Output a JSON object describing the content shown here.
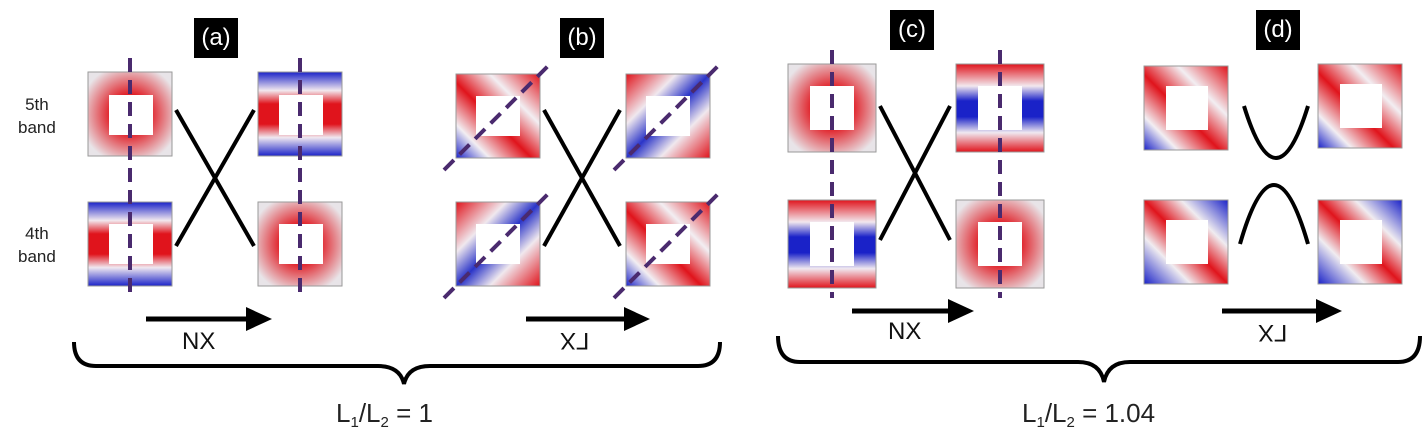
{
  "panels": [
    {
      "label": "(a)",
      "direction": "NX",
      "flipped": false
    },
    {
      "label": "(b)",
      "direction": "ΓX",
      "flipped": true
    },
    {
      "label": "(c)",
      "direction": "NX",
      "flipped": false
    },
    {
      "label": "(d)",
      "direction": "ΓX",
      "flipped": true
    }
  ],
  "bands": {
    "upper": [
      "5th",
      "band"
    ],
    "lower": [
      "4th",
      "band"
    ]
  },
  "ratios": [
    {
      "prefix": "L",
      "sub1": "1",
      "slash": "/L",
      "sub2": "2",
      "value": " = 1"
    },
    {
      "prefix": "L",
      "sub1": "1",
      "slash": "/L",
      "sub2": "2",
      "value": " = 1.04"
    }
  ],
  "colors": {
    "red": "#e0141c",
    "blue": "#1a22c8",
    "line_of_symmetry": "#4a2a6e",
    "badge_bg": "#000000"
  }
}
